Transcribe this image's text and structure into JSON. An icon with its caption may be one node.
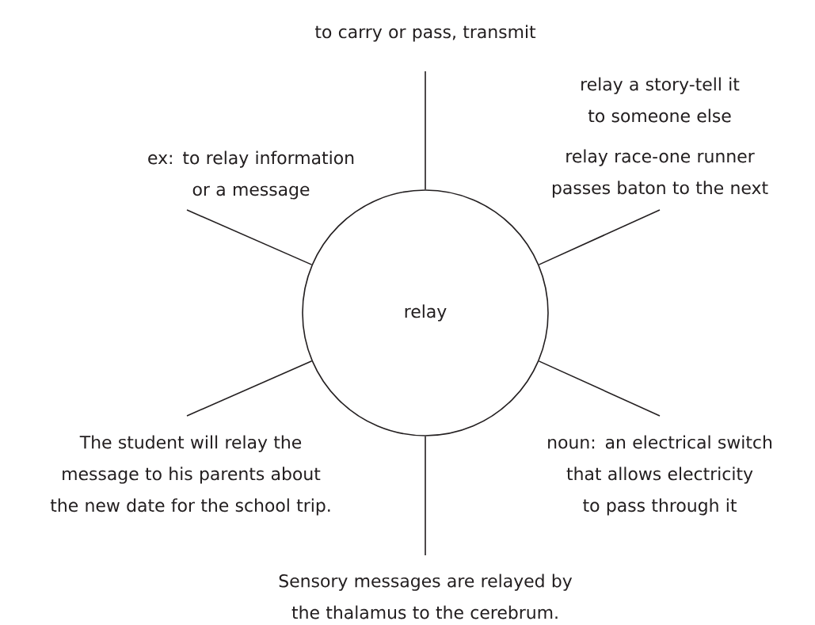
{
  "diagram": {
    "nodes": [
      {
        "text": [
          "relay"
        ]
      },
      {
        "text": [
          "to carry or pass, transmit"
        ]
      },
      {
        "text": [
          "ex: to relay information or a message"
        ]
      },
      {
        "text": [
          "relay race-one runner passes baton to the next"
        ]
      },
      {
        "text": [
          "The student will relay the message to his parents about the new date for the school trip."
        ]
      },
      {
        "text": [
          "noun: an electrical switch that allows electricity to pass through it"
        ]
      },
      {
        "text": [
          "Sensory messages are relayed by the thalamus to the cerebrum."
        ]
      }
    ],
    "edges": [
      {
        "from": 0,
        "to": 1,
        "arrow": "none"
      },
      {
        "from": 0,
        "to": 2,
        "arrow": "none"
      },
      {
        "from": 0,
        "to": 3,
        "arrow": "none"
      },
      {
        "from": 0,
        "to": 4,
        "arrow": "none"
      },
      {
        "from": 0,
        "to": 5,
        "arrow": "none"
      },
      {
        "from": 0,
        "to": 6,
        "arrow": "none"
      }
    ],
    "labels": [
      "relay a story-tell it to someone else"
    ]
  }
}
